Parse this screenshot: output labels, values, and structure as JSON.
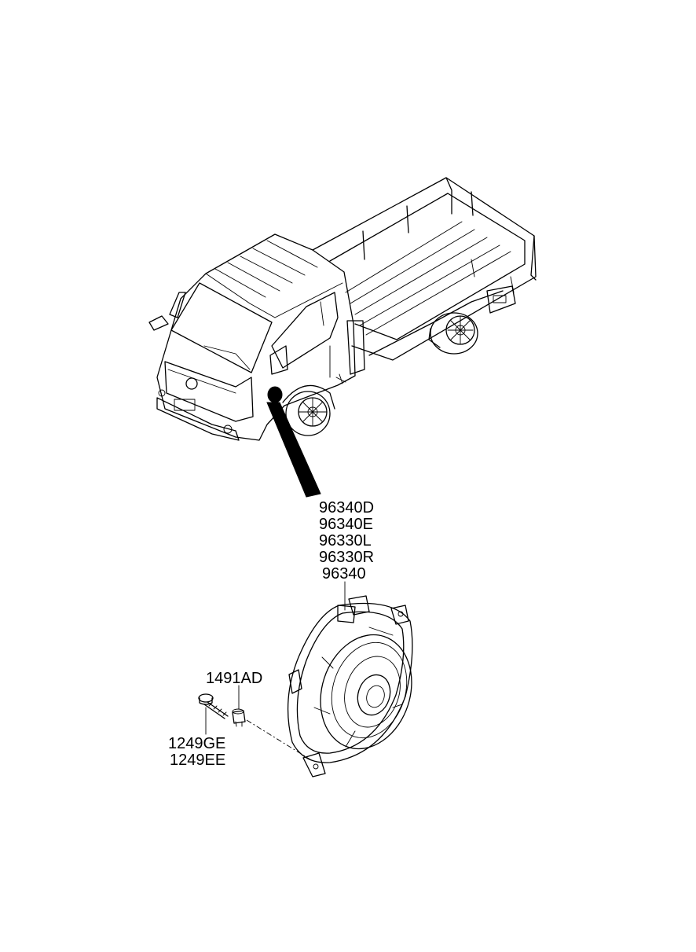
{
  "part_callouts": {
    "speaker_group": [
      "96340D",
      "96340E",
      "96330L",
      "96330R",
      "96340"
    ],
    "clip": "1491AD",
    "screw_group": [
      "1249GE",
      "1249EE"
    ]
  }
}
